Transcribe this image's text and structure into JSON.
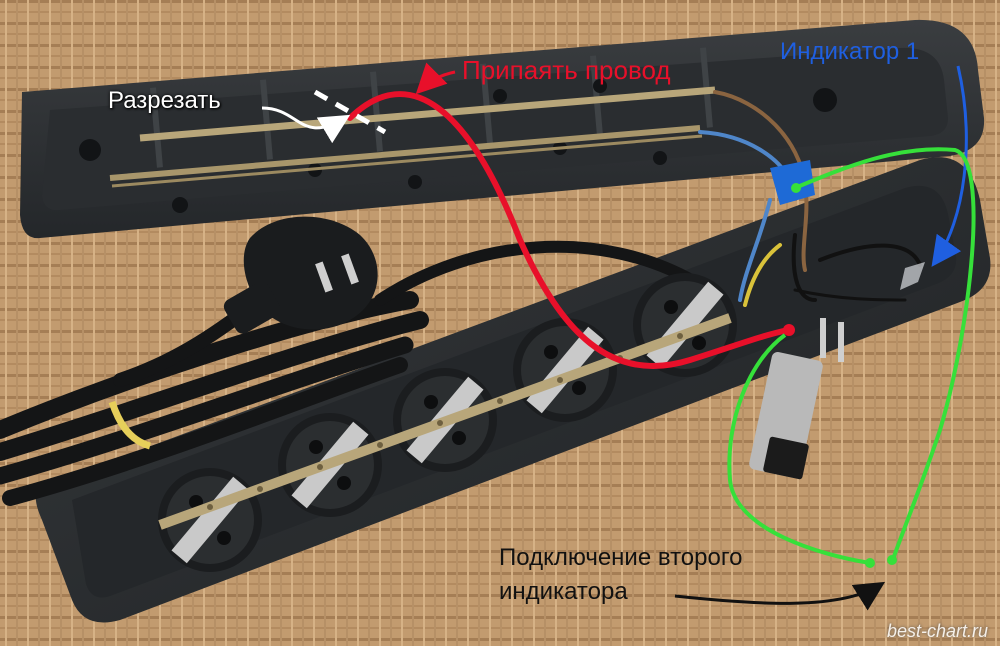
{
  "colors": {
    "cut_label": "#ffffff",
    "solder": "#e8102a",
    "indicator1": "#1f5fe0",
    "second_indicator_label": "#111111",
    "green_wire": "#36e03a",
    "wood_light": "#c9a276",
    "wood_dark": "#9a734b",
    "plastic": "#2b2e31",
    "brass": "#b8a67a"
  },
  "labels": {
    "cut": "Разрезать",
    "solder_wire": "Припаять провод",
    "indicator_1": "Индикатор 1",
    "second_indicator_line1": "Подключение второго",
    "second_indicator_line2": "индикатора"
  },
  "watermark": "best-chart.ru"
}
